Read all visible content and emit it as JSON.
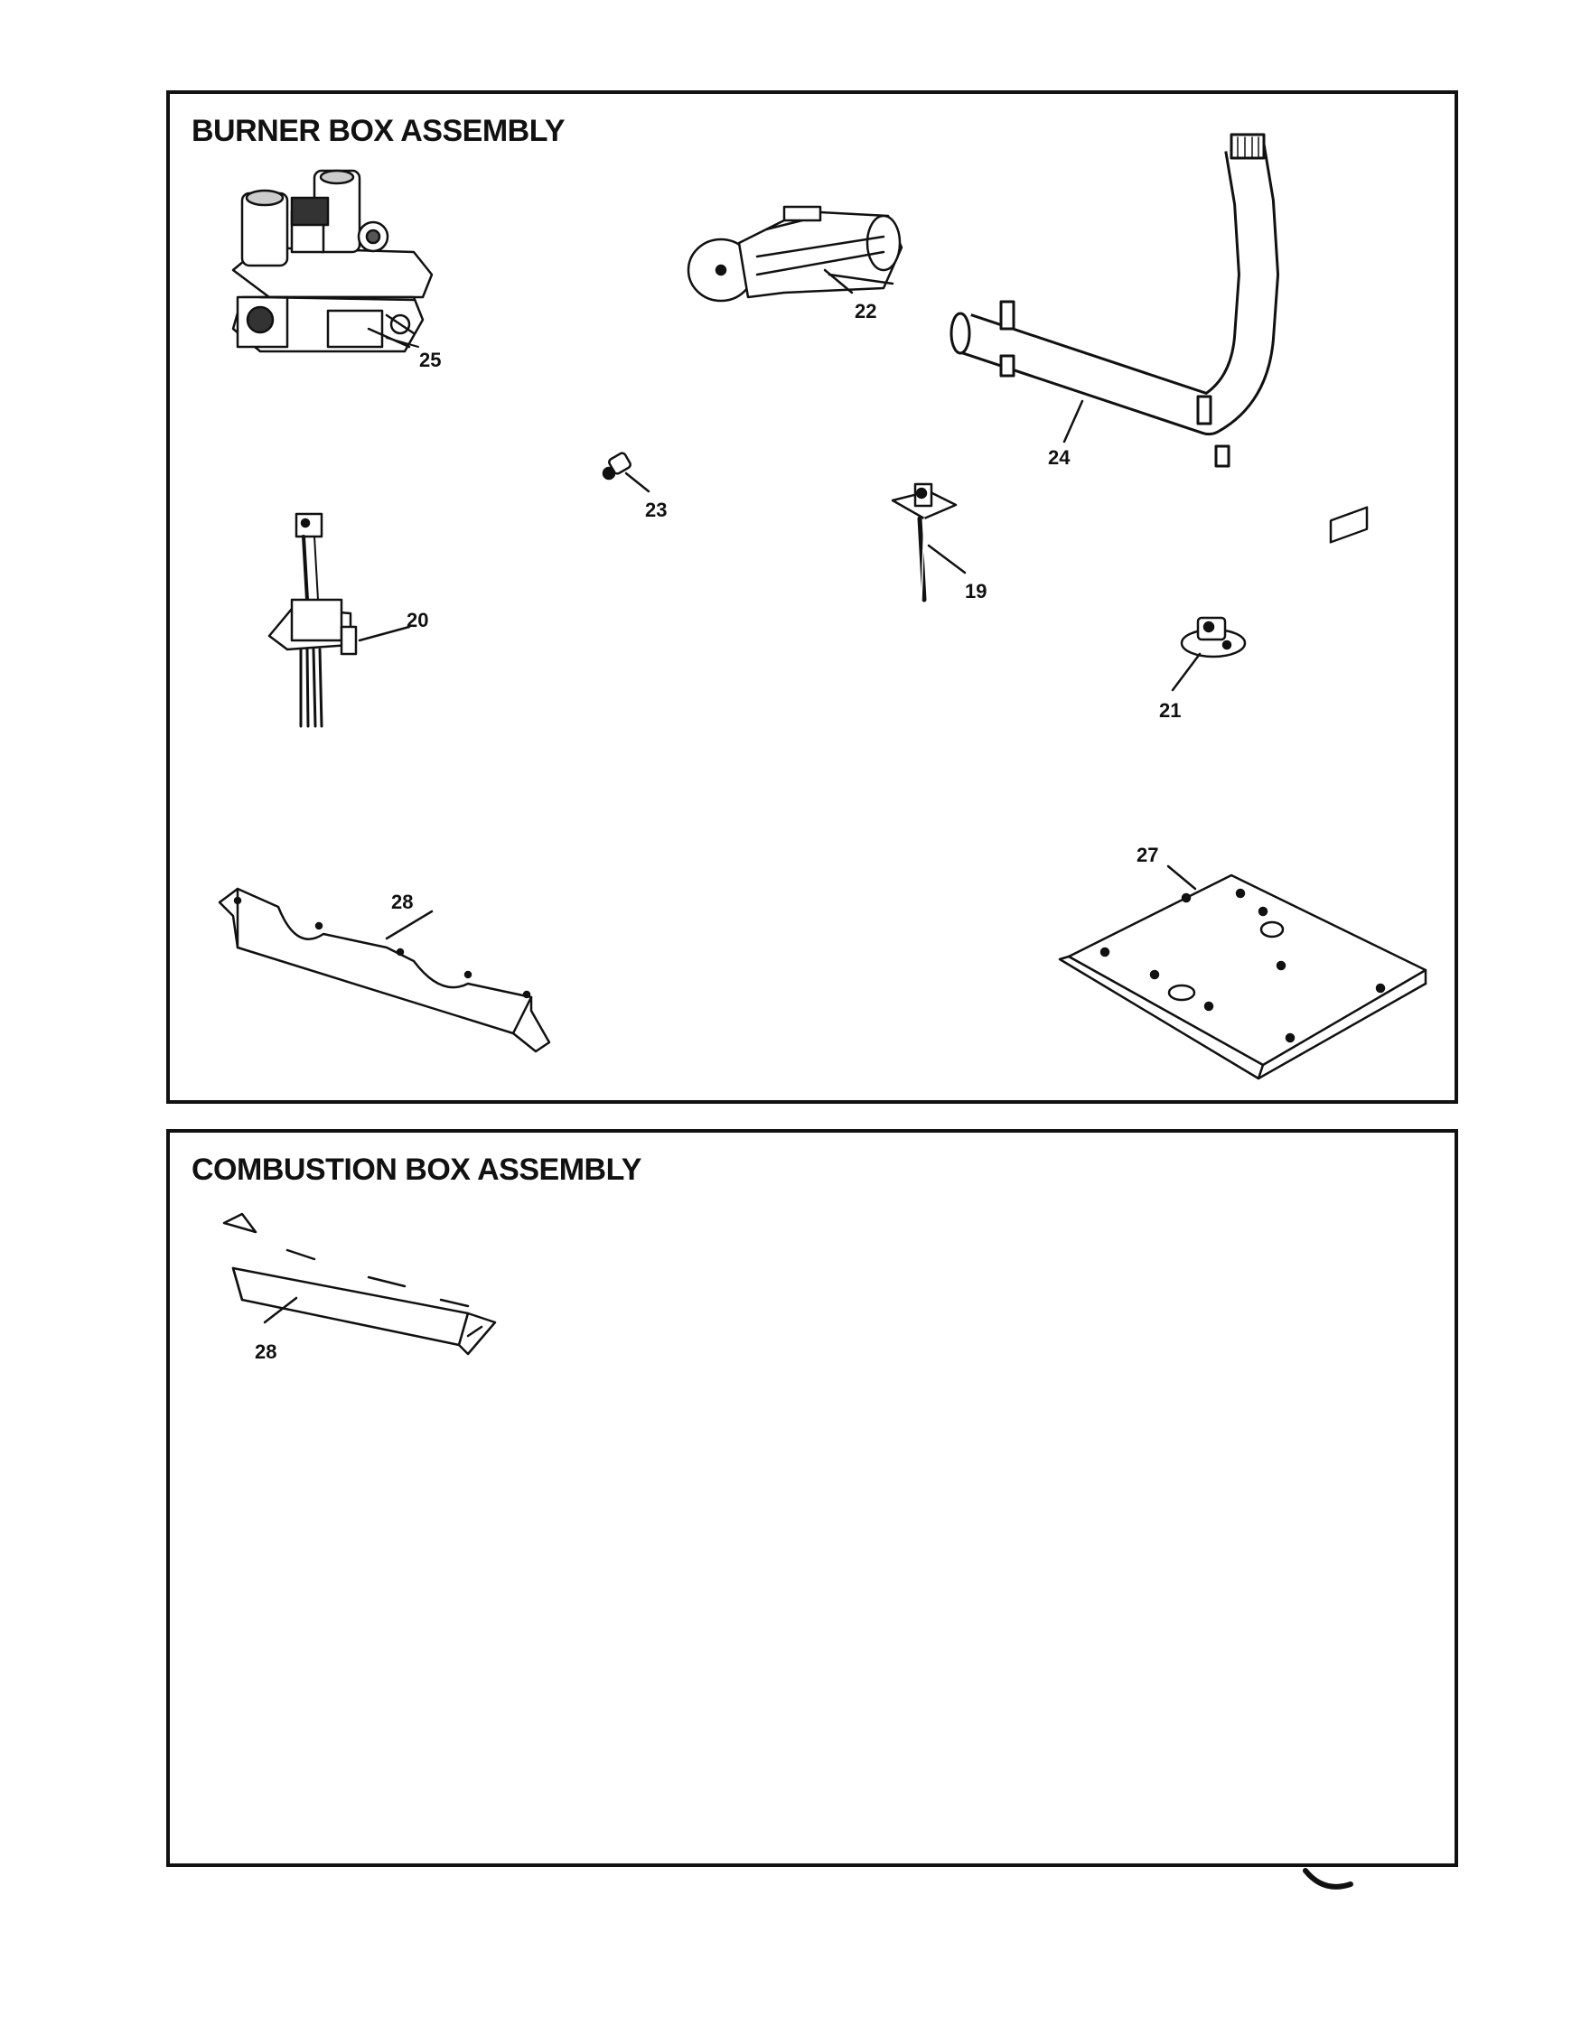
{
  "burner_box": {
    "title": "BURNER BOX ASSEMBLY",
    "callouts": {
      "gas_valve": "25",
      "burner": "22",
      "manifold": "24",
      "orifice": "23",
      "flame_sensor": "19",
      "igniter": "20",
      "limit_switch": "21",
      "bracket": "28",
      "base_plate": "27"
    }
  },
  "combustion_box": {
    "title": "COMBUSTION BOX ASSEMBLY",
    "callouts": {
      "bracket": "28"
    }
  }
}
